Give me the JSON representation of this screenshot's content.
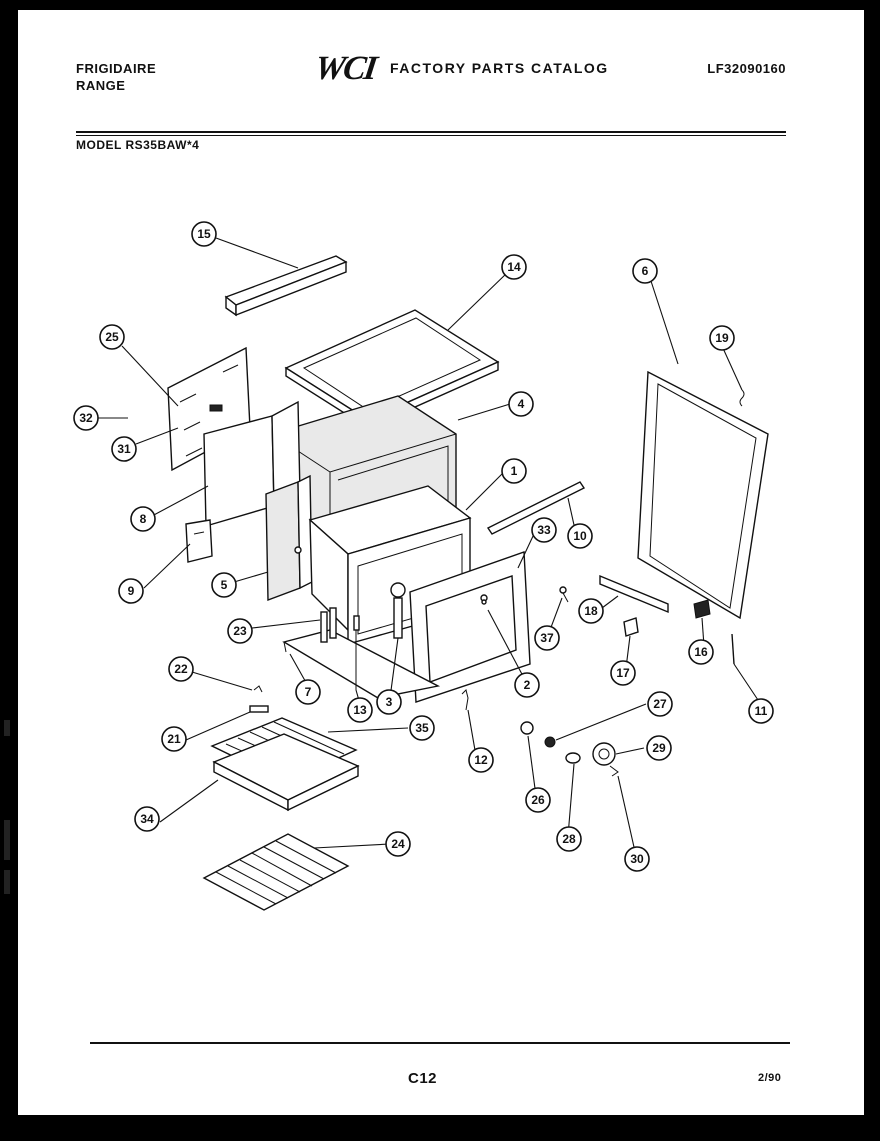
{
  "header": {
    "brand_line_1": "FRIGIDAIRE",
    "brand_line_2": "RANGE",
    "logo_text": "WCI",
    "catalog_title": "FACTORY PARTS CATALOG",
    "catalog_code": "LF32090160",
    "model_label": "MODEL RS35BAW*4"
  },
  "footer": {
    "page_code": "C12",
    "date": "2/90"
  },
  "callouts": [
    "15",
    "14",
    "6",
    "19",
    "25",
    "32",
    "31",
    "4",
    "1",
    "8",
    "10",
    "33",
    "9",
    "5",
    "18",
    "37",
    "17",
    "16",
    "23",
    "2",
    "11",
    "22",
    "7",
    "3",
    "13",
    "27",
    "35",
    "21",
    "12",
    "29",
    "26",
    "34",
    "28",
    "30",
    "24"
  ]
}
